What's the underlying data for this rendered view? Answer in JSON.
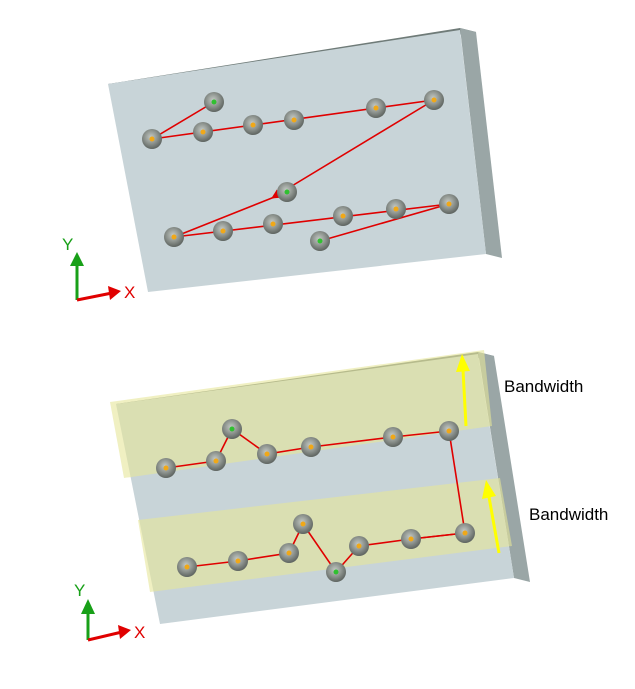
{
  "colors": {
    "plate_face": "#c8d4d8",
    "plate_top": "#6f7b78",
    "plate_side": "#9aa6a6",
    "band_fill": "#e6e69a",
    "band_arrow": "#ffff00",
    "path_red": "#e00000",
    "axis_x": "#e00000",
    "axis_y": "#18a018",
    "hole_dark": "#6e7470",
    "hole_light": "#b4bab4",
    "hole_center": "#f0a818",
    "start_center": "#30c030"
  },
  "top_diagram": {
    "axis": {
      "x_label": "X",
      "y_label": "Y"
    }
  },
  "bottom_diagram": {
    "axis": {
      "x_label": "X",
      "y_label": "Y"
    },
    "band_labels": [
      "Bandwidth",
      "Bandwidth"
    ]
  }
}
